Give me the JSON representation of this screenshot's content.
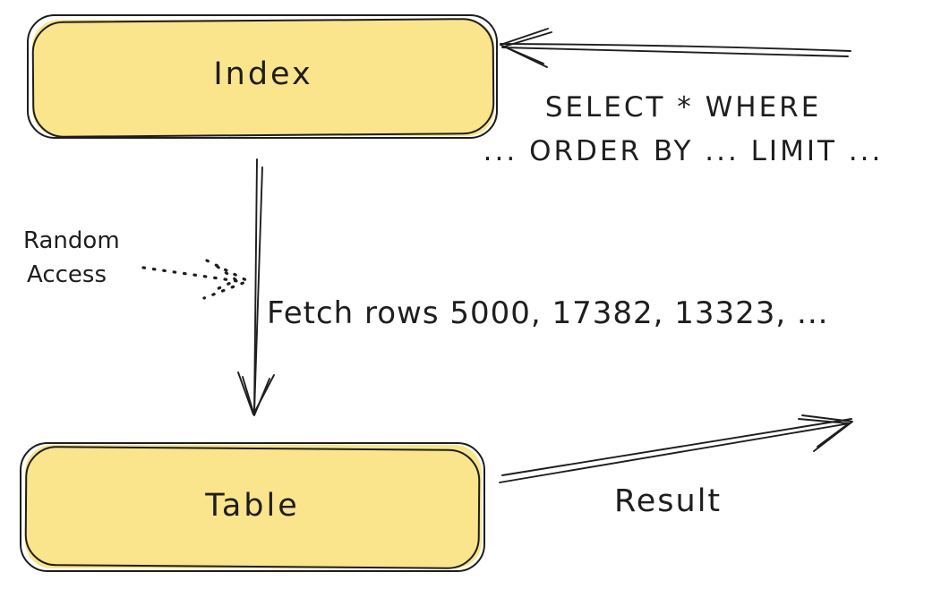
{
  "diagram": {
    "colors": {
      "background": "#ffffff",
      "ink": "#1e1e1e",
      "node_fill": "#fae58c"
    },
    "nodes": {
      "index": {
        "label": "Index"
      },
      "table": {
        "label": "Table"
      }
    },
    "edges": {
      "query": {
        "icon": "arrow-left-icon",
        "label_line1": "SELECT * WHERE",
        "label_line2": "... ORDER BY ... LIMIT ..."
      },
      "fetch": {
        "icon": "arrow-down-icon",
        "label": "Fetch rows 5000, 17382, 13323, ..."
      },
      "random_access": {
        "icon": "dotted-arrow-right-icon",
        "label_line1": "Random",
        "label_line2": "Access"
      },
      "result": {
        "icon": "arrow-up-right-icon",
        "label": "Result"
      }
    }
  }
}
